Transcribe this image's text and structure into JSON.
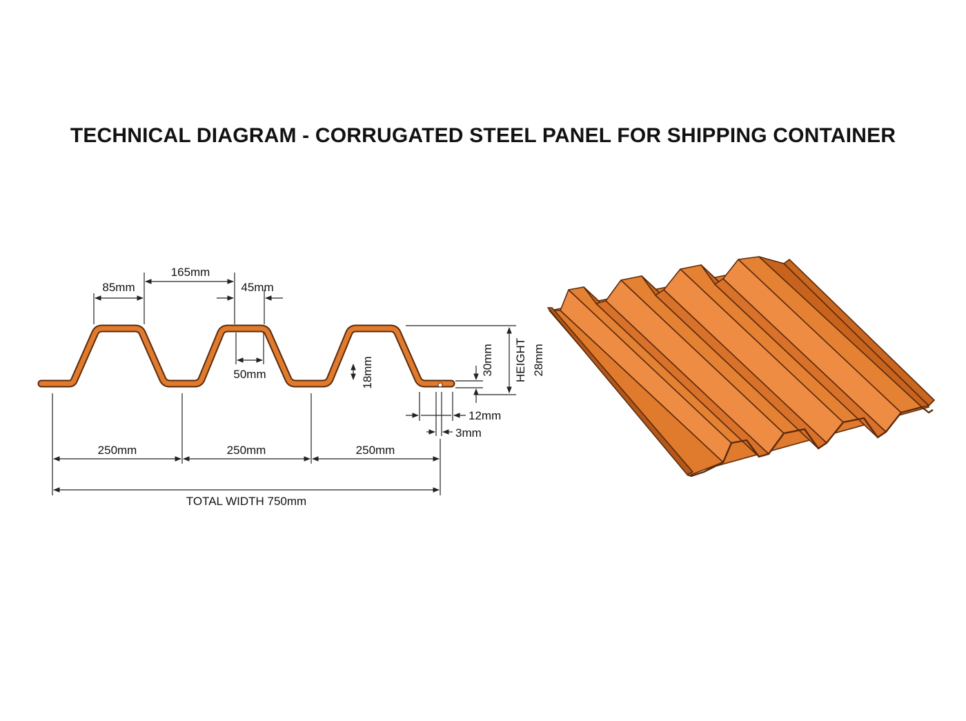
{
  "title": "TECHNICAL DIAGRAM - CORRUGATED STEEL PANEL FOR SHIPPING CONTAINER",
  "colors": {
    "steel_fill": "#e07a2c",
    "steel_dark": "#b3571a",
    "steel_light": "#f0924a",
    "outline": "#5a2a0c",
    "dimension_line": "#222222"
  },
  "profile_dimensions": {
    "crest_top": "85mm",
    "pitch_gap": "165mm",
    "crest_flat": "45mm",
    "valley": "50mm",
    "rib_depth": "18mm",
    "side_rise": "30mm",
    "height_label": "HEIGHT",
    "height_value": "28mm",
    "edge_lip": "12mm",
    "thickness": "3mm",
    "module_1": "250mm",
    "module_2": "250mm",
    "module_3": "250mm",
    "total_width": "TOTAL WIDTH 750mm"
  },
  "icons": {
    "profile": "corrugated-profile-icon",
    "isometric": "corrugated-panel-3d-icon"
  }
}
